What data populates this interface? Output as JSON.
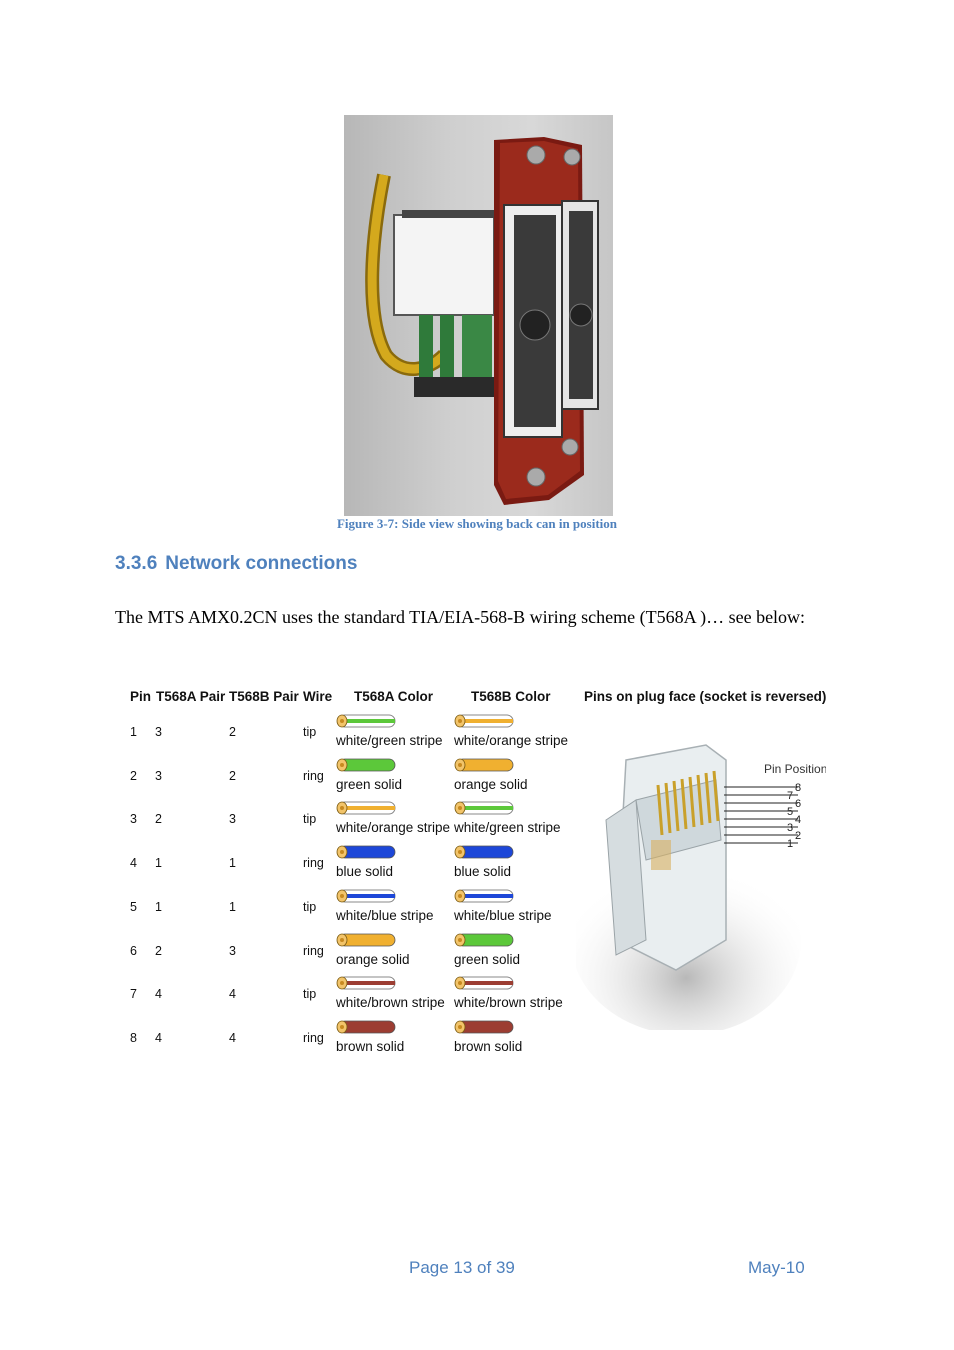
{
  "figure": {
    "caption": "Figure 3-7: Side view showing back can in position"
  },
  "section": {
    "number": "3.3.6",
    "title": "Network connections",
    "text": "The MTS AMX0.2CN uses the standard TIA/EIA-568-B wiring scheme (T568A )… see below:"
  },
  "wiring_table": {
    "headers": {
      "pin": "Pin",
      "t568a_pair": "T568A Pair",
      "t568b_pair": "T568B Pair",
      "wire": "Wire",
      "t568a_color": "T568A Color",
      "t568b_color": "T568B Color",
      "plug": "Pins on plug face (socket is reversed)"
    },
    "rows": [
      {
        "pin": "1",
        "a_pair": "3",
        "b_pair": "2",
        "wire": "tip",
        "a_color": "white/green stripe",
        "b_color": "white/orange stripe"
      },
      {
        "pin": "2",
        "a_pair": "3",
        "b_pair": "2",
        "wire": "ring",
        "a_color": "green solid",
        "b_color": "orange solid"
      },
      {
        "pin": "3",
        "a_pair": "2",
        "b_pair": "3",
        "wire": "tip",
        "a_color": "white/orange stripe",
        "b_color": "white/green stripe"
      },
      {
        "pin": "4",
        "a_pair": "1",
        "b_pair": "1",
        "wire": "ring",
        "a_color": "blue solid",
        "b_color": "blue solid"
      },
      {
        "pin": "5",
        "a_pair": "1",
        "b_pair": "1",
        "wire": "tip",
        "a_color": "white/blue stripe",
        "b_color": "white/blue stripe"
      },
      {
        "pin": "6",
        "a_pair": "2",
        "b_pair": "3",
        "wire": "ring",
        "a_color": "orange solid",
        "b_color": "green solid"
      },
      {
        "pin": "7",
        "a_pair": "4",
        "b_pair": "4",
        "wire": "tip",
        "a_color": "white/brown stripe",
        "b_color": "white/brown stripe"
      },
      {
        "pin": "8",
        "a_pair": "4",
        "b_pair": "4",
        "wire": "ring",
        "a_color": "brown solid",
        "b_color": "brown solid"
      }
    ],
    "plug_diagram": {
      "label": "Pin Position",
      "pins": [
        "8",
        "7",
        "6",
        "5",
        "4",
        "3",
        "2",
        "1"
      ]
    }
  },
  "colors": {
    "green": "#5cc83a",
    "orange": "#f0b030",
    "blue": "#1d47d8",
    "brown": "#9c3d32",
    "heading": "#4f81bd"
  },
  "footer": {
    "page": "Page 13 of 39",
    "date": "May-10"
  }
}
